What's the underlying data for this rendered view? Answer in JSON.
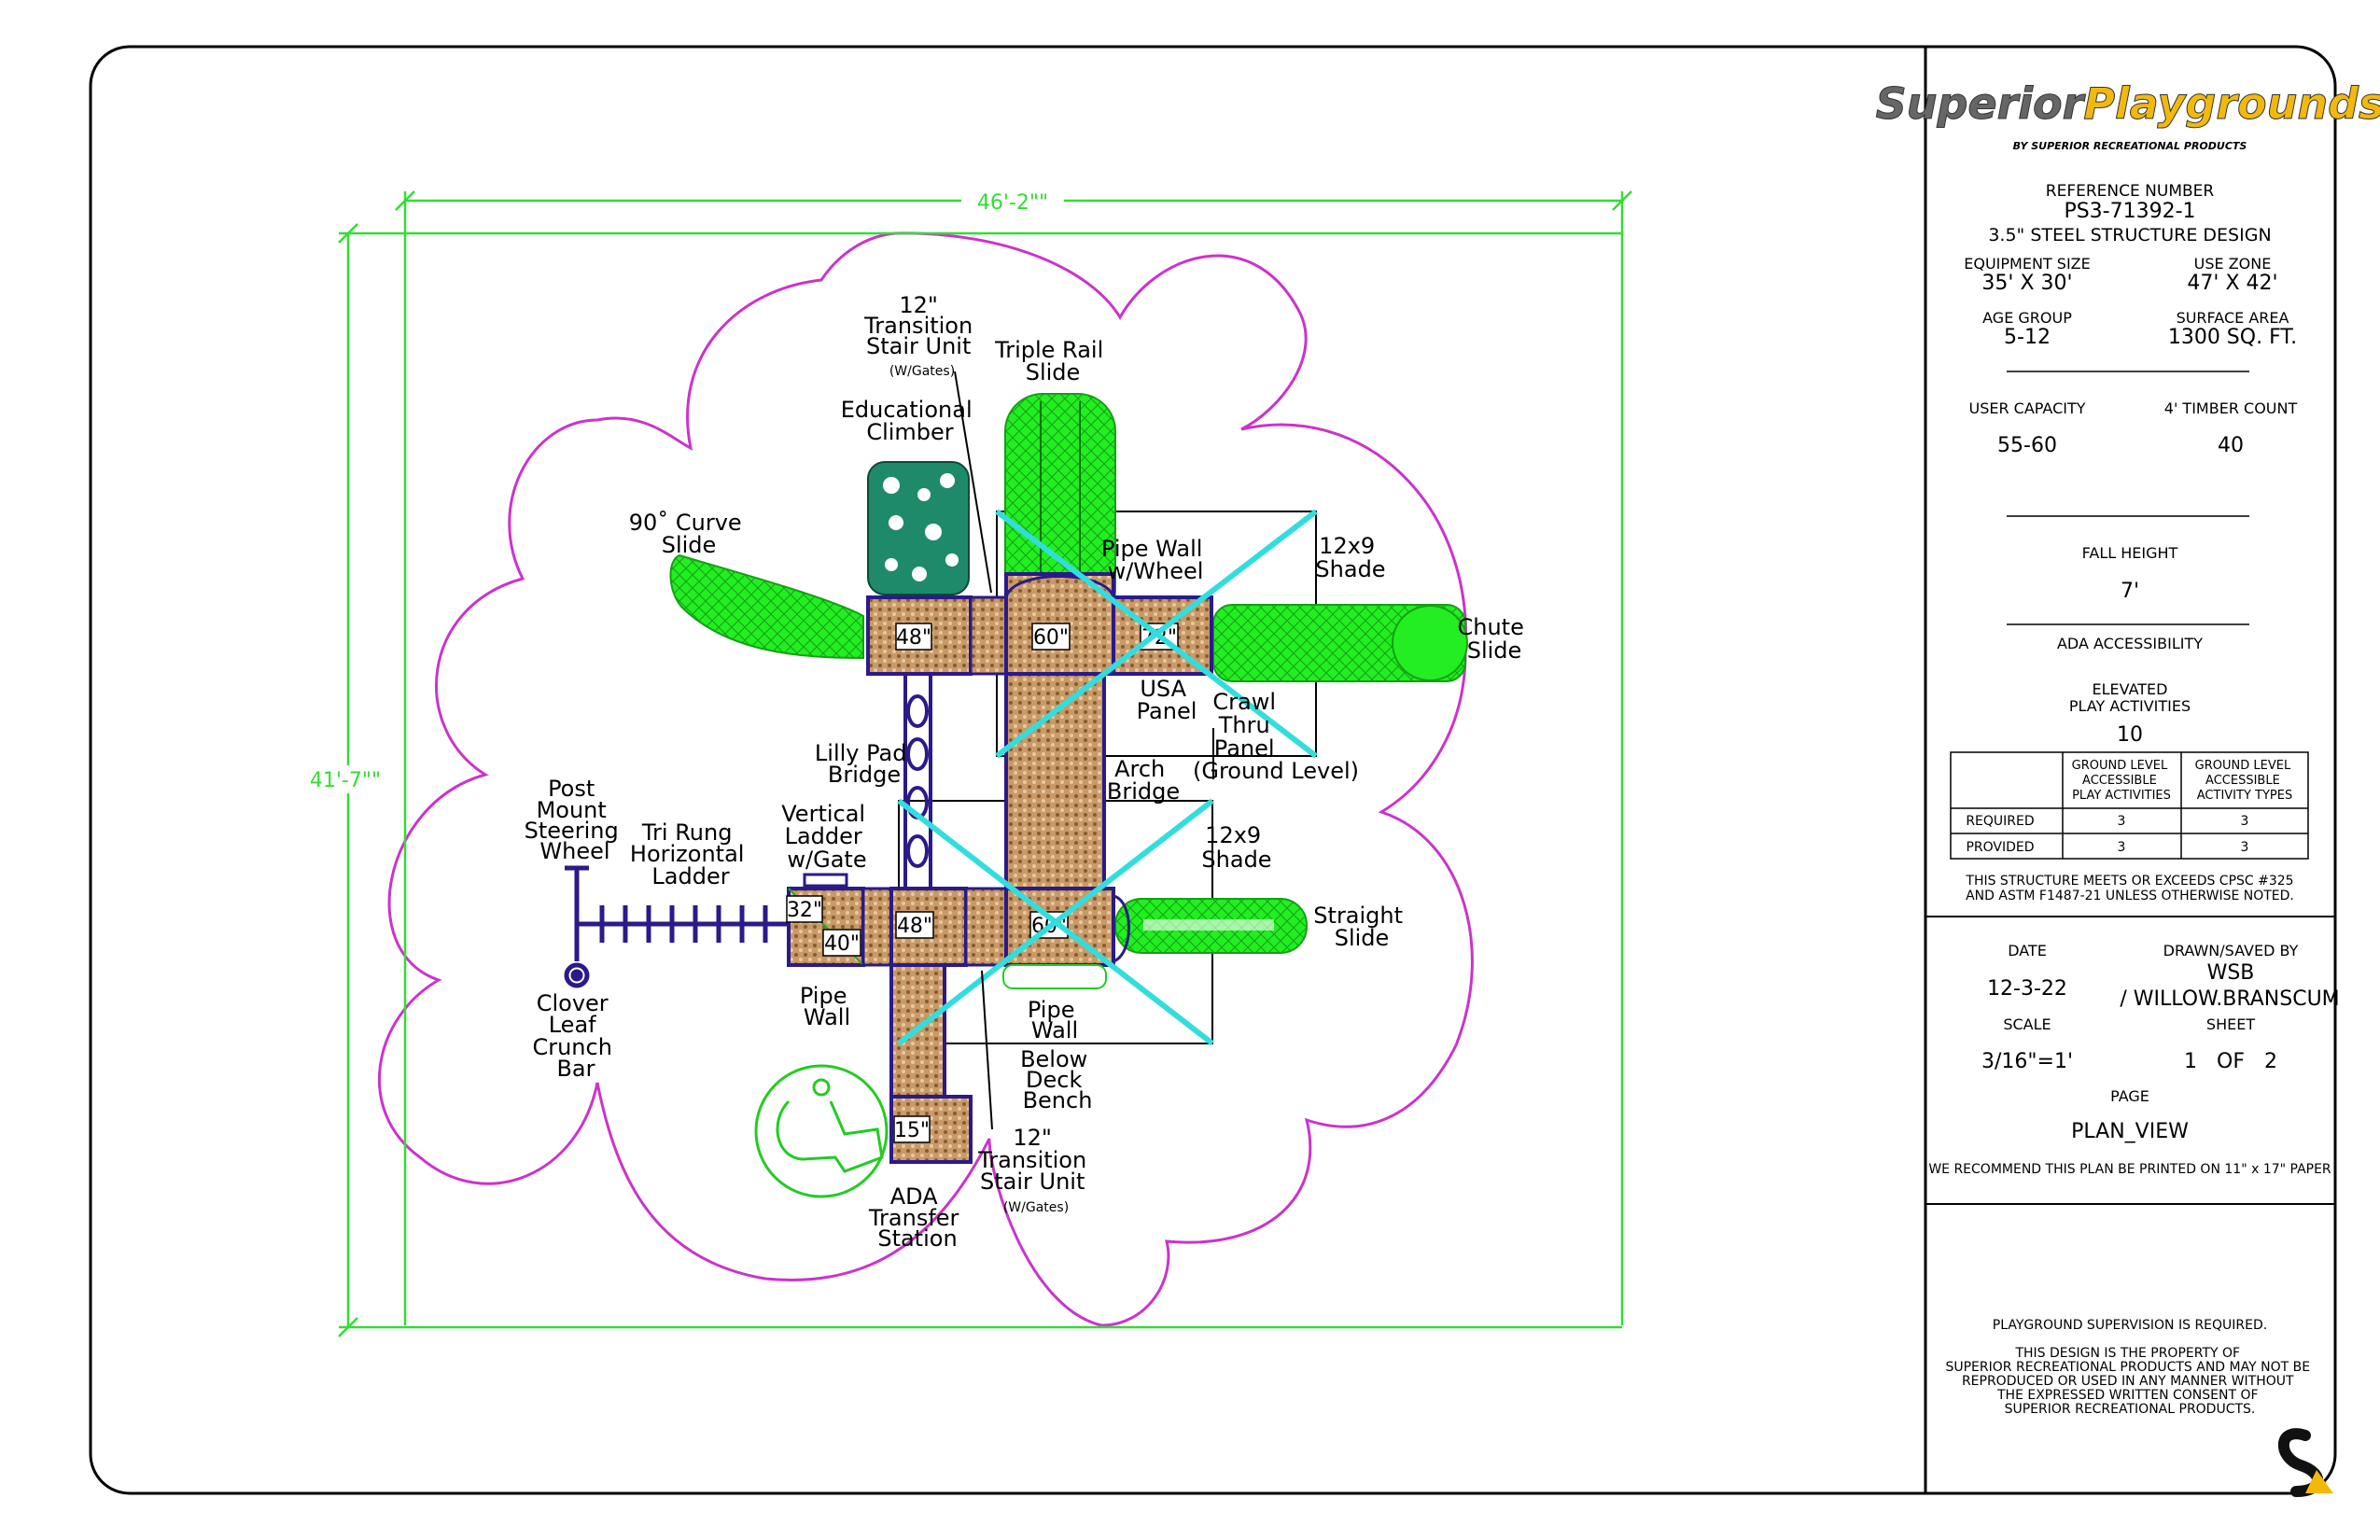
{
  "logo": {
    "brand_a": "Superior",
    "brand_b": "Playgrounds",
    "tagline": "BY SUPERIOR RECREATIONAL PRODUCTS"
  },
  "title_block": {
    "reference_label": "REFERENCE NUMBER",
    "reference_value": "PS3-71392-1",
    "design": "3.5\" STEEL STRUCTURE DESIGN",
    "equipment_size_label": "EQUIPMENT SIZE",
    "equipment_size_value": "35' X 30'",
    "use_zone_label": "USE ZONE",
    "use_zone_value": "47' X 42'",
    "age_group_label": "AGE GROUP",
    "age_group_value": "5-12",
    "surface_area_label": "SURFACE AREA",
    "surface_area_value": "1300 SQ. FT.",
    "user_capacity_label": "USER CAPACITY",
    "user_capacity_value": "55-60",
    "timber_count_label": "4' TIMBER COUNT",
    "timber_count_value": "40",
    "fall_height_label": "FALL HEIGHT",
    "fall_height_value": "7'",
    "ada_label": "ADA ACCESSIBILITY",
    "elevated_label_1": "ELEVATED",
    "elevated_label_2": "PLAY ACTIVITIES",
    "elevated_value": "10",
    "table": {
      "col1": [
        "GROUND LEVEL",
        "ACCESSIBLE",
        "PLAY ACTIVITIES"
      ],
      "col2": [
        "GROUND LEVEL",
        "ACCESSIBLE",
        "ACTIVITY TYPES"
      ],
      "rows": [
        {
          "label": "REQUIRED",
          "v1": "3",
          "v2": "3"
        },
        {
          "label": "PROVIDED",
          "v1": "3",
          "v2": "3"
        }
      ]
    },
    "cpsc_1": "THIS STRUCTURE MEETS OR EXCEEDS CPSC #325",
    "cpsc_2": "AND ASTM F1487-21 UNLESS OTHERWISE NOTED.",
    "date_label": "DATE",
    "date_value": "12-3-22",
    "drawn_label": "DRAWN/SAVED BY",
    "drawn_value_1": "WSB",
    "drawn_value_2": "/ WILLOW.BRANSCUM",
    "scale_label": "SCALE",
    "scale_value": "3/16\"=1'",
    "sheet_label": "SHEET",
    "sheet_value": "1   OF   2",
    "page_label": "PAGE",
    "page_value": "PLAN_VIEW",
    "print_note": "WE RECOMMEND THIS PLAN BE PRINTED ON 11\" x 17\" PAPER",
    "supervision": "PLAYGROUND SUPERVISION IS REQUIRED.",
    "property_lines": [
      "THIS DESIGN IS THE PROPERTY OF",
      "SUPERIOR RECREATIONAL PRODUCTS AND MAY NOT BE",
      "REPRODUCED OR USED IN ANY MANNER WITHOUT",
      "THE EXPRESSED WRITTEN CONSENT OF",
      "SUPERIOR RECREATIONAL PRODUCTS."
    ]
  },
  "dimensions": {
    "width": "46'-2\"\"",
    "height": "41'-7\"\""
  },
  "labels": {
    "transition_top": [
      "12\"",
      "Transition",
      "Stair Unit",
      "(W/Gates)"
    ],
    "triple_rail": [
      "Triple Rail",
      "Slide"
    ],
    "educational_climber": [
      "Educational",
      "Climber"
    ],
    "curve_slide": [
      "90˚ Curve",
      "Slide"
    ],
    "pipe_wall_wheel": [
      "Pipe Wall",
      "w/Wheel"
    ],
    "shade_top": [
      "12x9",
      "Shade"
    ],
    "chute_slide": [
      "Chute",
      "Slide"
    ],
    "usa_panel": [
      "USA",
      "Panel"
    ],
    "crawl_thru": [
      "Crawl",
      "Thru",
      "Panel",
      "(Ground Level)"
    ],
    "lilly_pad": [
      "Lilly Pad",
      "Bridge"
    ],
    "arch_bridge": [
      "Arch",
      "Bridge"
    ],
    "shade_bottom": [
      "12x9",
      "Shade"
    ],
    "post_mount": [
      "Post",
      "Mount",
      "Steering",
      "Wheel"
    ],
    "tri_rung": [
      "Tri Rung",
      "Horizontal",
      "Ladder"
    ],
    "vertical_ladder": [
      "Vertical",
      "Ladder",
      "w/Gate"
    ],
    "straight_slide": [
      "Straight",
      "Slide"
    ],
    "clover_leaf": [
      "Clover",
      "Leaf",
      "Crunch",
      "Bar"
    ],
    "pipe_wall_left": [
      "Pipe",
      "Wall"
    ],
    "pipe_wall_bottom": [
      "Pipe",
      "Wall"
    ],
    "below_deck": [
      "Below",
      "Deck",
      "Bench"
    ],
    "transition_bottom": [
      "12\"",
      "Transition",
      "Stair Unit",
      "(W/Gates)"
    ],
    "ada_transfer": [
      "ADA",
      "Transfer",
      "Station"
    ]
  },
  "decks": {
    "d48_top": "48\"",
    "d60_top": "60\"",
    "d72": "72\"",
    "d32": "32\"",
    "d40": "40\"",
    "d48_bottom": "48\"",
    "d60_bottom": "60\"",
    "d15": "15\""
  },
  "colors": {
    "zone": "#cc33cc",
    "dimension": "#33dd33",
    "slide": "#22ee22",
    "deck": "#c8a070",
    "frame": "#2a1a8a",
    "shade": "#33dddd",
    "climber": "#1f8a6a"
  }
}
